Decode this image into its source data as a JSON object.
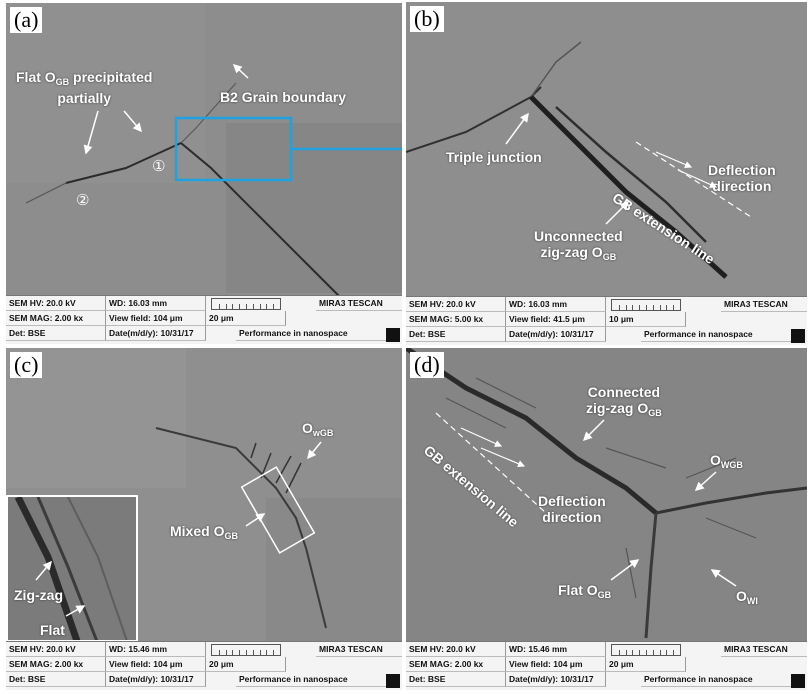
{
  "panels": {
    "a": {
      "letter": "(a)",
      "labels": {
        "flat_line1": "Flat O",
        "flat_sub": "GB",
        "flat_line1_tail": " precipitated",
        "flat_line2": "partially",
        "b2": "B2 Grain boundary",
        "circ1": "①",
        "circ2": "②"
      },
      "info": {
        "hv": "SEM HV: 20.0 kV",
        "wd": "WD: 16.03 mm",
        "brand": "MIRA3 TESCAN",
        "mag": "SEM MAG: 2.00 kx",
        "field": "View field: 104 μm",
        "scale": "20 μm",
        "det": "Det: BSE",
        "date": "Date(m/d/y): 10/31/17",
        "perf": "Performance in nanospace"
      }
    },
    "b": {
      "letter": "(b)",
      "labels": {
        "triple": "Triple junction",
        "gb_ext": "GB extension line",
        "deflection1": "Deflection",
        "deflection2": "direction",
        "uncon1": "Unconnected",
        "uncon2_main": "zig-zag O",
        "uncon2_sub": "GB"
      },
      "info": {
        "hv": "SEM HV: 20.0 kV",
        "wd": "WD: 16.03 mm",
        "brand": "MIRA3 TESCAN",
        "mag": "SEM MAG: 5.00 kx",
        "field": "View field: 41.5 μm",
        "scale": "10 μm",
        "det": "Det: BSE",
        "date": "Date(m/d/y): 10/31/17",
        "perf": "Performance in nanospace"
      }
    },
    "c": {
      "letter": "(c)",
      "labels": {
        "owgb_main": "O",
        "owgb_sub": "wGB",
        "mixed_main": "Mixed O",
        "mixed_sub": "GB",
        "zigzag": "Zig-zag",
        "flat": "Flat"
      },
      "info": {
        "hv": "SEM HV: 20.0 kV",
        "wd": "WD: 15.46 mm",
        "brand": "MIRA3 TESCAN",
        "mag": "SEM MAG: 2.00 kx",
        "field": "View field: 104 μm",
        "scale": "20 μm",
        "det": "Det: BSE",
        "date": "Date(m/d/y): 10/31/17",
        "perf": "Performance in nanospace"
      }
    },
    "d": {
      "letter": "(d)",
      "labels": {
        "connected1": "Connected",
        "connected2_main": "zig-zag O",
        "connected2_sub": "GB",
        "owgb_main": "O",
        "owgb_sub": "WGB",
        "gb_ext": "GB extension line",
        "deflection1": "Deflection",
        "deflection2": "direction",
        "flat_main": "Flat O",
        "flat_sub": "GB",
        "owi_main": "O",
        "owi_sub": "WI"
      },
      "info": {
        "hv": "SEM HV: 20.0 kV",
        "wd": "WD: 15.46 mm",
        "brand": "MIRA3 TESCAN",
        "mag": "SEM MAG: 2.00 kx",
        "field": "View field: 104 μm",
        "scale": "20 μm",
        "det": "Det: BSE",
        "date": "Date(m/d/y): 10/31/17",
        "perf": "Performance in nanospace"
      }
    }
  },
  "colors": {
    "highlight": "#1fa2e0",
    "inset_border": "#ffffff"
  }
}
